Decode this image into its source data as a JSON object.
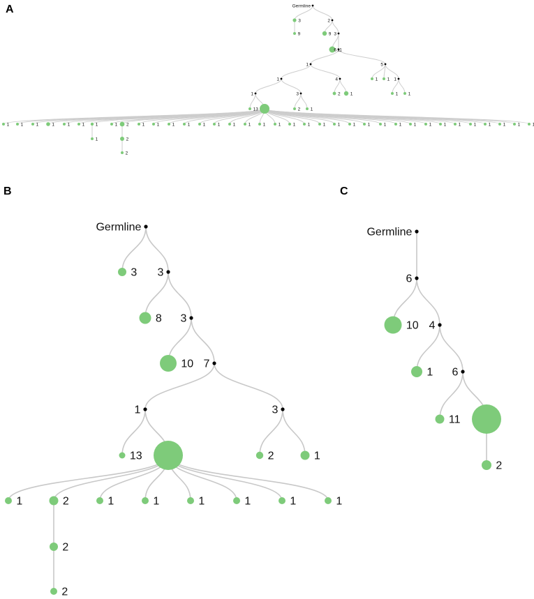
{
  "panels": [
    {
      "id": "A",
      "label": "A",
      "nodes": [
        {
          "id": "g",
          "k": "i",
          "t": "Germline",
          "p": null
        },
        {
          "id": "a3",
          "k": "l",
          "t": "3",
          "p": "g"
        },
        {
          "id": "a9",
          "k": "l",
          "t": "9",
          "p": "a3"
        },
        {
          "id": "i2",
          "k": "i",
          "t": "2",
          "p": "g"
        },
        {
          "id": "l9",
          "k": "l",
          "t": "9",
          "p": "i2"
        },
        {
          "id": "i3",
          "k": "i",
          "t": "3",
          "p": "i2"
        },
        {
          "id": "l11",
          "k": "l",
          "t": "11",
          "p": "i3"
        },
        {
          "id": "i6",
          "k": "i",
          "t": "6",
          "p": "i3"
        },
        {
          "id": "i1a",
          "k": "i",
          "t": "1",
          "p": "i6"
        },
        {
          "id": "i5",
          "k": "i",
          "t": "5",
          "p": "i6"
        },
        {
          "id": "i1b",
          "k": "i",
          "t": "1",
          "p": "i1a"
        },
        {
          "id": "i4",
          "k": "i",
          "t": "4",
          "p": "i1a"
        },
        {
          "id": "l5a",
          "k": "l",
          "t": "1",
          "p": "i5"
        },
        {
          "id": "l5b",
          "k": "l",
          "t": "1",
          "p": "i5"
        },
        {
          "id": "i1d",
          "k": "i",
          "t": "1",
          "p": "i5"
        },
        {
          "id": "l4a",
          "k": "l",
          "t": "2",
          "p": "i4"
        },
        {
          "id": "l4b",
          "k": "l",
          "t": "1",
          "p": "i4"
        },
        {
          "id": "l1da",
          "k": "l",
          "t": "1",
          "p": "i1d"
        },
        {
          "id": "l1db",
          "k": "l",
          "t": "1",
          "p": "i1d"
        },
        {
          "id": "i1c",
          "k": "i",
          "t": "1",
          "p": "i1b"
        },
        {
          "id": "i3b",
          "k": "i",
          "t": "3",
          "p": "i1b"
        },
        {
          "id": "l13",
          "k": "l",
          "t": "13",
          "p": "i1c"
        },
        {
          "id": "big",
          "k": "l",
          "t": "",
          "p": "i1c"
        },
        {
          "id": "l3ba",
          "k": "l",
          "t": "2",
          "p": "i3b"
        },
        {
          "id": "l3bb",
          "k": "l",
          "t": "1",
          "p": "i3b"
        },
        {
          "id": "bc1",
          "k": "l",
          "t": "1",
          "p": "big"
        },
        {
          "id": "bc2",
          "k": "l",
          "t": "1",
          "p": "big"
        },
        {
          "id": "bc3",
          "k": "l",
          "t": "1",
          "p": "big"
        },
        {
          "id": "bc4",
          "k": "l",
          "t": "1",
          "p": "big"
        },
        {
          "id": "bc5",
          "k": "l",
          "t": "1",
          "p": "big"
        },
        {
          "id": "bc6",
          "k": "l",
          "t": "1",
          "p": "big"
        },
        {
          "id": "bc7",
          "k": "l",
          "t": "1",
          "p": "big"
        },
        {
          "id": "bc8",
          "k": "l",
          "t": "2",
          "p": "big"
        },
        {
          "id": "bc9",
          "k": "l",
          "t": "1",
          "p": "big"
        },
        {
          "id": "bc10",
          "k": "l",
          "t": "1",
          "p": "big"
        },
        {
          "id": "bc11",
          "k": "l",
          "t": "1",
          "p": "big"
        },
        {
          "id": "bc12",
          "k": "l",
          "t": "1",
          "p": "big"
        },
        {
          "id": "bc13",
          "k": "l",
          "t": "1",
          "p": "big"
        },
        {
          "id": "bc14",
          "k": "l",
          "t": "1",
          "p": "big"
        },
        {
          "id": "bc15",
          "k": "l",
          "t": "1",
          "p": "big"
        },
        {
          "id": "bc16",
          "k": "l",
          "t": "1",
          "p": "big"
        },
        {
          "id": "bc17",
          "k": "l",
          "t": "1",
          "p": "big"
        },
        {
          "id": "bc18",
          "k": "l",
          "t": "1",
          "p": "big"
        },
        {
          "id": "bc19",
          "k": "l",
          "t": "1",
          "p": "big"
        },
        {
          "id": "bc20",
          "k": "l",
          "t": "1",
          "p": "big"
        },
        {
          "id": "bc21",
          "k": "l",
          "t": "1",
          "p": "big"
        },
        {
          "id": "bc22",
          "k": "l",
          "t": "1",
          "p": "big"
        },
        {
          "id": "bc23",
          "k": "l",
          "t": "1",
          "p": "big"
        },
        {
          "id": "bc24",
          "k": "l",
          "t": "1",
          "p": "big"
        },
        {
          "id": "bc25",
          "k": "l",
          "t": "1",
          "p": "big"
        },
        {
          "id": "bc26",
          "k": "l",
          "t": "1",
          "p": "big"
        },
        {
          "id": "bc27",
          "k": "l",
          "t": "1",
          "p": "big"
        },
        {
          "id": "bc28",
          "k": "l",
          "t": "1",
          "p": "big"
        },
        {
          "id": "bc29",
          "k": "l",
          "t": "1",
          "p": "big"
        },
        {
          "id": "bc30",
          "k": "l",
          "t": "1",
          "p": "big"
        },
        {
          "id": "bc31",
          "k": "l",
          "t": "1",
          "p": "big"
        },
        {
          "id": "bc32",
          "k": "l",
          "t": "1",
          "p": "big"
        },
        {
          "id": "bc33",
          "k": "l",
          "t": "1",
          "p": "big"
        },
        {
          "id": "bc34",
          "k": "l",
          "t": "1",
          "p": "big"
        },
        {
          "id": "bc35",
          "k": "l",
          "t": "1",
          "p": "big"
        },
        {
          "id": "bc36",
          "k": "l",
          "t": "1",
          "p": "big"
        },
        {
          "id": "bc37",
          "k": "l",
          "t": "",
          "p": "bc5"
        },
        {
          "id": "bc38",
          "k": "l",
          "t": "1",
          "p": "bc37"
        },
        {
          "id": "bc39",
          "k": "l",
          "t": "2",
          "p": "bc8"
        },
        {
          "id": "bc40",
          "k": "l",
          "t": "2",
          "p": "bc39"
        }
      ]
    },
    {
      "id": "B",
      "label": "B",
      "nodes": [
        {
          "id": "g",
          "k": "i",
          "t": "Germline",
          "p": null
        },
        {
          "id": "l3",
          "k": "l",
          "t": "3",
          "p": "g"
        },
        {
          "id": "i3a",
          "k": "i",
          "t": "3",
          "p": "g"
        },
        {
          "id": "l8",
          "k": "l",
          "t": "8",
          "p": "i3a"
        },
        {
          "id": "i3b",
          "k": "i",
          "t": "3",
          "p": "i3a"
        },
        {
          "id": "l10",
          "k": "l",
          "t": "10",
          "p": "i3b"
        },
        {
          "id": "i7",
          "k": "i",
          "t": "7",
          "p": "i3b"
        },
        {
          "id": "i1",
          "k": "i",
          "t": "1",
          "p": "i7"
        },
        {
          "id": "i3c",
          "k": "i",
          "t": "3",
          "p": "i7"
        },
        {
          "id": "l13",
          "k": "l",
          "t": "13",
          "p": "i1"
        },
        {
          "id": "big",
          "k": "l",
          "t": "",
          "p": "i1"
        },
        {
          "id": "l2",
          "k": "l",
          "t": "2",
          "p": "i3c"
        },
        {
          "id": "l1",
          "k": "l",
          "t": "1",
          "p": "i3c"
        },
        {
          "id": "c1",
          "k": "l",
          "t": "1",
          "p": "big"
        },
        {
          "id": "c2",
          "k": "l",
          "t": "2",
          "p": "big"
        },
        {
          "id": "c3",
          "k": "l",
          "t": "1",
          "p": "big"
        },
        {
          "id": "c4",
          "k": "l",
          "t": "1",
          "p": "big"
        },
        {
          "id": "c5",
          "k": "l",
          "t": "1",
          "p": "big"
        },
        {
          "id": "c6",
          "k": "l",
          "t": "1",
          "p": "big"
        },
        {
          "id": "c7",
          "k": "l",
          "t": "1",
          "p": "big"
        },
        {
          "id": "c8",
          "k": "l",
          "t": "1",
          "p": "big"
        },
        {
          "id": "d1",
          "k": "l",
          "t": "2",
          "p": "c2"
        },
        {
          "id": "d2",
          "k": "l",
          "t": "2",
          "p": "d1"
        }
      ]
    },
    {
      "id": "C",
      "label": "C",
      "nodes": [
        {
          "id": "g",
          "k": "i",
          "t": "Germline",
          "p": null
        },
        {
          "id": "i6",
          "k": "i",
          "t": "6",
          "p": "g"
        },
        {
          "id": "l10",
          "k": "l",
          "t": "10",
          "p": "i6"
        },
        {
          "id": "i4",
          "k": "i",
          "t": "4",
          "p": "i6"
        },
        {
          "id": "l1",
          "k": "l",
          "t": "1",
          "p": "i4"
        },
        {
          "id": "i6b",
          "k": "i",
          "t": "6",
          "p": "i4"
        },
        {
          "id": "l11",
          "k": "l",
          "t": "11",
          "p": "i6b"
        },
        {
          "id": "big",
          "k": "l",
          "t": "",
          "p": "i6b"
        },
        {
          "id": "l2",
          "k": "l",
          "t": "2",
          "p": "big"
        }
      ]
    }
  ]
}
